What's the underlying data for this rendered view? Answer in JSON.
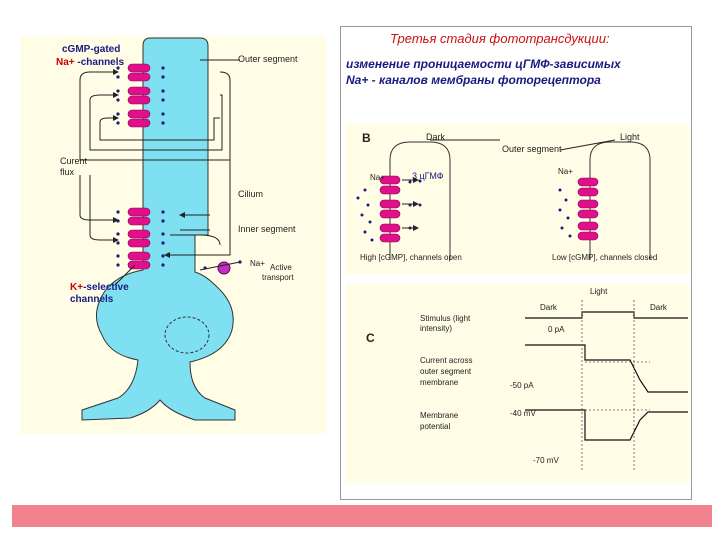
{
  "colors": {
    "cell_fill": "#7fe0f2",
    "panel_bg": "#fffde6",
    "channel": "#e0108a",
    "footer": "#f1838f",
    "navy_text": "#1a1a80",
    "red_text": "#cc0000"
  },
  "left": {
    "cgmp_label_line1": "cGMP-gated",
    "cgmp_label_line2_na": "Na+",
    "cgmp_label_line2_rest": " -channels",
    "outer_segment": "Outer segment",
    "current_flux_line1": "Curent",
    "current_flux_line2": "flux",
    "cilium": "Cilium",
    "inner_segment": "Inner segment",
    "na": "Na+",
    "active_transport_line1": "Active",
    "active_transport_line2": "transport",
    "k_channels_k": "K+",
    "k_channels_rest": "-selective",
    "k_channels_line2": "channels"
  },
  "right": {
    "title": "Третья стадия фототрансдукции:",
    "subtitle_line1": "изменение  проницаемости цГМФ-зависимых",
    "subtitle_line2": "Na+  - каналов  мембраны фоторецептора",
    "panel_b_letter": "B",
    "dark": "Dark",
    "light": "Light",
    "outer_segment": "Outer segment",
    "na_left": "Na+",
    "cgmp_count": "3 цГМФ",
    "na_right": "Na+",
    "high_label": "High [cGMP], channels open",
    "low_label": "Low [cGMP], channels closed",
    "panel_c_letter": "C",
    "light_c": "Light",
    "dark_c_left": "Dark",
    "dark_c_right": "Dark",
    "stimulus_line1": "Stimulus  (light",
    "stimulus_line2": "intensity)",
    "current_line1": "Current across",
    "current_line2": "outer segment",
    "current_line3": "membrane",
    "potential_line1": "Membrane",
    "potential_line2": "potential",
    "zero_pa": "0 pA",
    "minus50": "-50 pA",
    "minus40": "-40 mV",
    "minus70": "-70 mV"
  }
}
